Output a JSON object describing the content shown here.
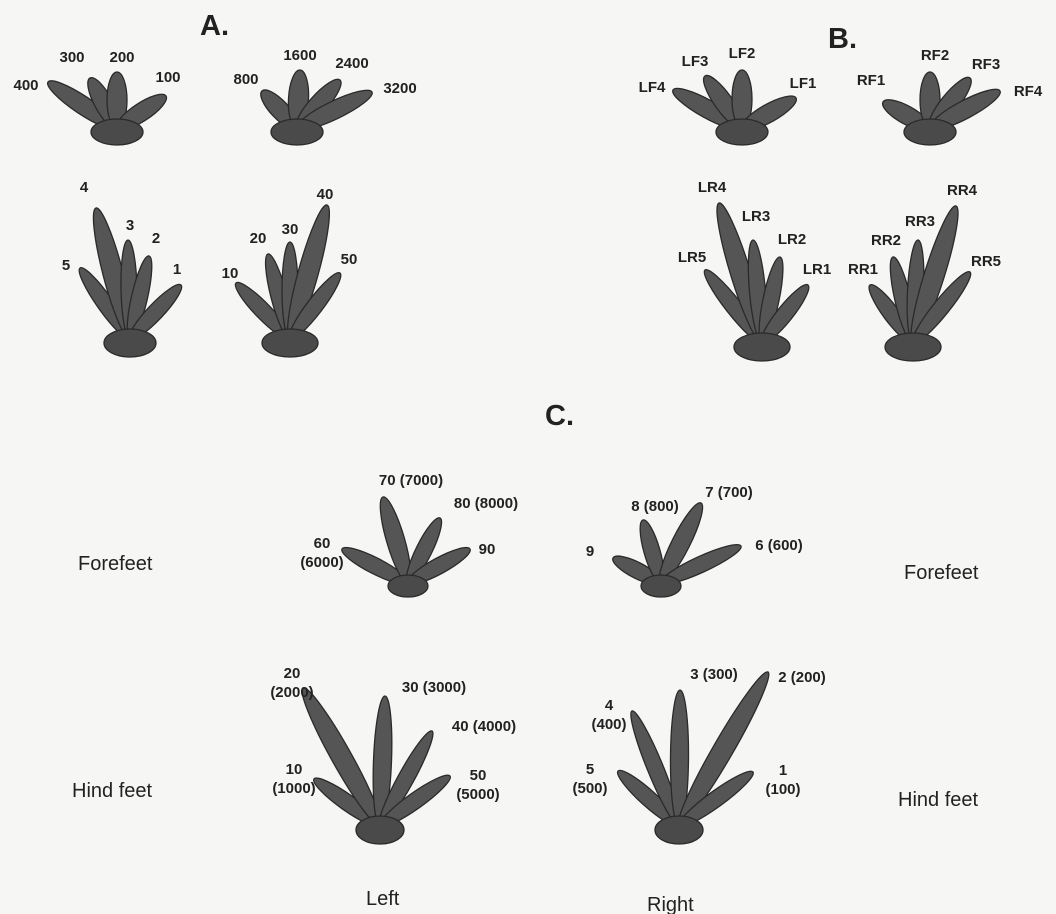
{
  "sections": {
    "a": "A.",
    "b": "B.",
    "c": "C."
  },
  "panel_a": {
    "fore_left": [
      "400",
      "300",
      "200",
      "100"
    ],
    "fore_right": [
      "800",
      "1600",
      "2400",
      "3200"
    ],
    "hind_left": [
      "5",
      "4",
      "3",
      "2",
      "1"
    ],
    "hind_right": [
      "10",
      "20",
      "30",
      "40",
      "50"
    ]
  },
  "panel_b": {
    "fore_left": [
      "LF4",
      "LF3",
      "LF2",
      "LF1"
    ],
    "fore_right": [
      "RF1",
      "RF2",
      "RF3",
      "RF4"
    ],
    "hind_left": [
      "LR5",
      "LR4",
      "LR3",
      "LR2",
      "LR1"
    ],
    "hind_right": [
      "RR1",
      "RR2",
      "RR3",
      "RR4",
      "RR5"
    ]
  },
  "panel_c": {
    "fore_left": [
      [
        "60",
        "(6000)"
      ],
      [
        "70 (7000)"
      ],
      [
        "80 (8000)"
      ],
      [
        "90"
      ]
    ],
    "fore_right": [
      [
        "9"
      ],
      [
        "8 (800)"
      ],
      [
        "7 (700)"
      ],
      [
        "6 (600)"
      ]
    ],
    "hind_left": [
      [
        "10",
        "(1000)"
      ],
      [
        "20",
        "(2000)"
      ],
      [
        "30 (3000)"
      ],
      [
        "40 (4000)"
      ],
      [
        "50",
        "(5000)"
      ]
    ],
    "hind_right": [
      [
        "5",
        "(500)"
      ],
      [
        "4",
        "(400)"
      ],
      [
        "3 (300)"
      ],
      [
        "2 (200)"
      ],
      [
        "1",
        "(100)"
      ]
    ],
    "row_labels": {
      "forefeet_left": "Forefeet",
      "forefeet_right": "Forefeet",
      "hind_left": "Hind feet",
      "hind_right": "Hind feet"
    },
    "column_labels": {
      "left": "Left",
      "right": "Right"
    }
  }
}
